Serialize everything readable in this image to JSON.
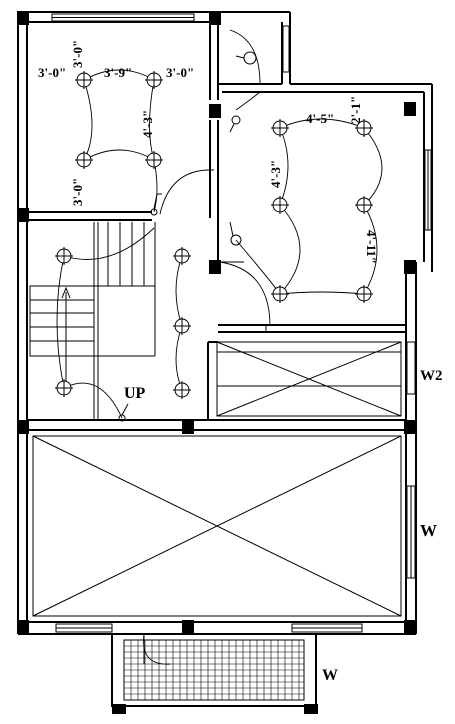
{
  "plan": {
    "dims": {
      "d1": "3'-0\"",
      "d2": "3'-0\"",
      "d3": "3'-9\"",
      "d4": "3'-0\"",
      "d5": "4'-3\"",
      "d6": "3'-0\"",
      "d7": "4'-5\"",
      "d8": "2'-1\"",
      "d9": "4'-3\"",
      "d10": "4'-11\""
    },
    "labels": {
      "up": "UP",
      "w2": "W2",
      "w_right": "W",
      "w_bottom": "W"
    }
  },
  "colors": {
    "ink": "#000000",
    "background": "#ffffff"
  }
}
